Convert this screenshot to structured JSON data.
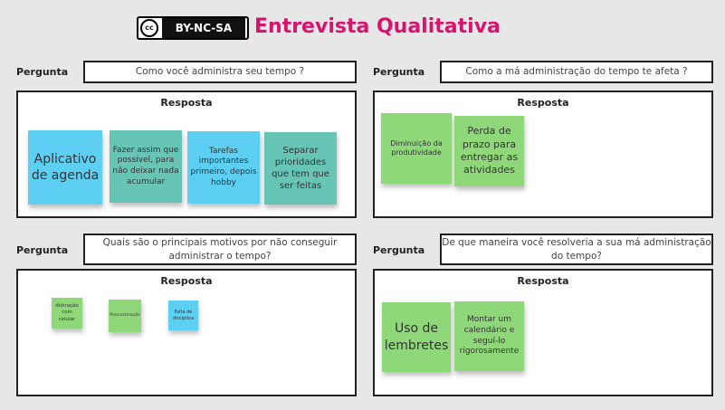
{
  "header": {
    "license_icon": "cc-icon",
    "license_icon_text": "cc",
    "license_label": "BY-NC-SA",
    "title": "Entrevista Qualitativa"
  },
  "colors": {
    "title": "#d6156e",
    "note_blue": "#5ccff2",
    "note_teal": "#67c5b6",
    "note_green": "#8fd87a"
  },
  "sections": [
    {
      "label": "Pergunta",
      "question": "Como você administra seu tempo ?",
      "response_title": "Resposta",
      "notes": [
        {
          "text": "Aplicativo de agenda",
          "color": "blue"
        },
        {
          "text": "Fazer assim que possível, para não deixar nada acumular",
          "color": "teal"
        },
        {
          "text": "Tarefas importantes primeiro, depois hobby",
          "color": "blue"
        },
        {
          "text": "Separar prioridades que tem que ser feitas",
          "color": "teal"
        }
      ]
    },
    {
      "label": "Pergunta",
      "question": "Como a má administração do tempo te afeta ?",
      "response_title": "Resposta",
      "notes": [
        {
          "text": "Diminuição da produtividade",
          "color": "green"
        },
        {
          "text": "Perda de prazo para entregar as atividades",
          "color": "green"
        }
      ]
    },
    {
      "label": "Pergunta",
      "question": "Quais são o principais motivos por não conseguir administrar o tempo?",
      "response_title": "Resposta",
      "notes": [
        {
          "text": "distração com celular",
          "color": "green"
        },
        {
          "text": "Procrastinação",
          "color": "green"
        },
        {
          "text": "Falta de disciplina",
          "color": "blue"
        }
      ]
    },
    {
      "label": "Pergunta",
      "question": "De que maneira você resolveria a sua má administração do tempo?",
      "response_title": "Resposta",
      "notes": [
        {
          "text": "Uso de lembretes",
          "color": "green"
        },
        {
          "text": "Montar um calendário e seguí-lo rigorosamente",
          "color": "green"
        }
      ]
    }
  ]
}
